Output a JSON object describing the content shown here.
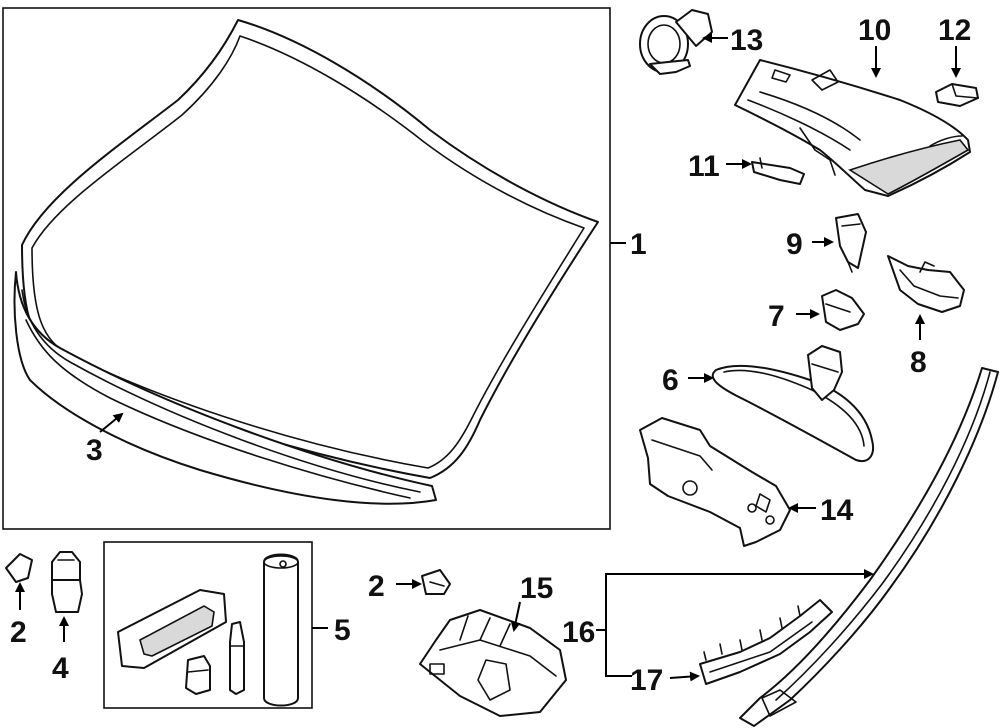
{
  "callouts": {
    "c1": "1",
    "c2a": "2",
    "c2b": "2",
    "c3": "3",
    "c4": "4",
    "c5": "5",
    "c6": "6",
    "c7": "7",
    "c8": "8",
    "c9": "9",
    "c10": "10",
    "c11": "11",
    "c12": "12",
    "c13": "13",
    "c14": "14",
    "c15": "15",
    "c16": "16",
    "c17": "17"
  },
  "parts": {
    "windshield": "windshield-glass",
    "molding": "windshield-molding",
    "rain_sensor": "rain-sensor",
    "mirror_cover": "mirror-cover",
    "rearview_mirror": "rearview-mirror"
  }
}
